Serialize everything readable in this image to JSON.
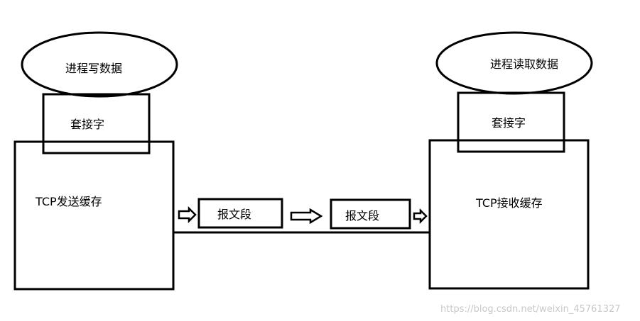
{
  "sender": {
    "process_label": "进程写数据",
    "socket_label": "套接字",
    "buffer_label": "TCP发送缓存"
  },
  "receiver": {
    "process_label": "进程读取数据",
    "socket_label": "套接字",
    "buffer_label": "TCP接收缓存"
  },
  "segments": [
    {
      "label": "报文段"
    },
    {
      "label": "报文段"
    }
  ],
  "watermark": "https://blog.csdn.net/weixin_45761327"
}
